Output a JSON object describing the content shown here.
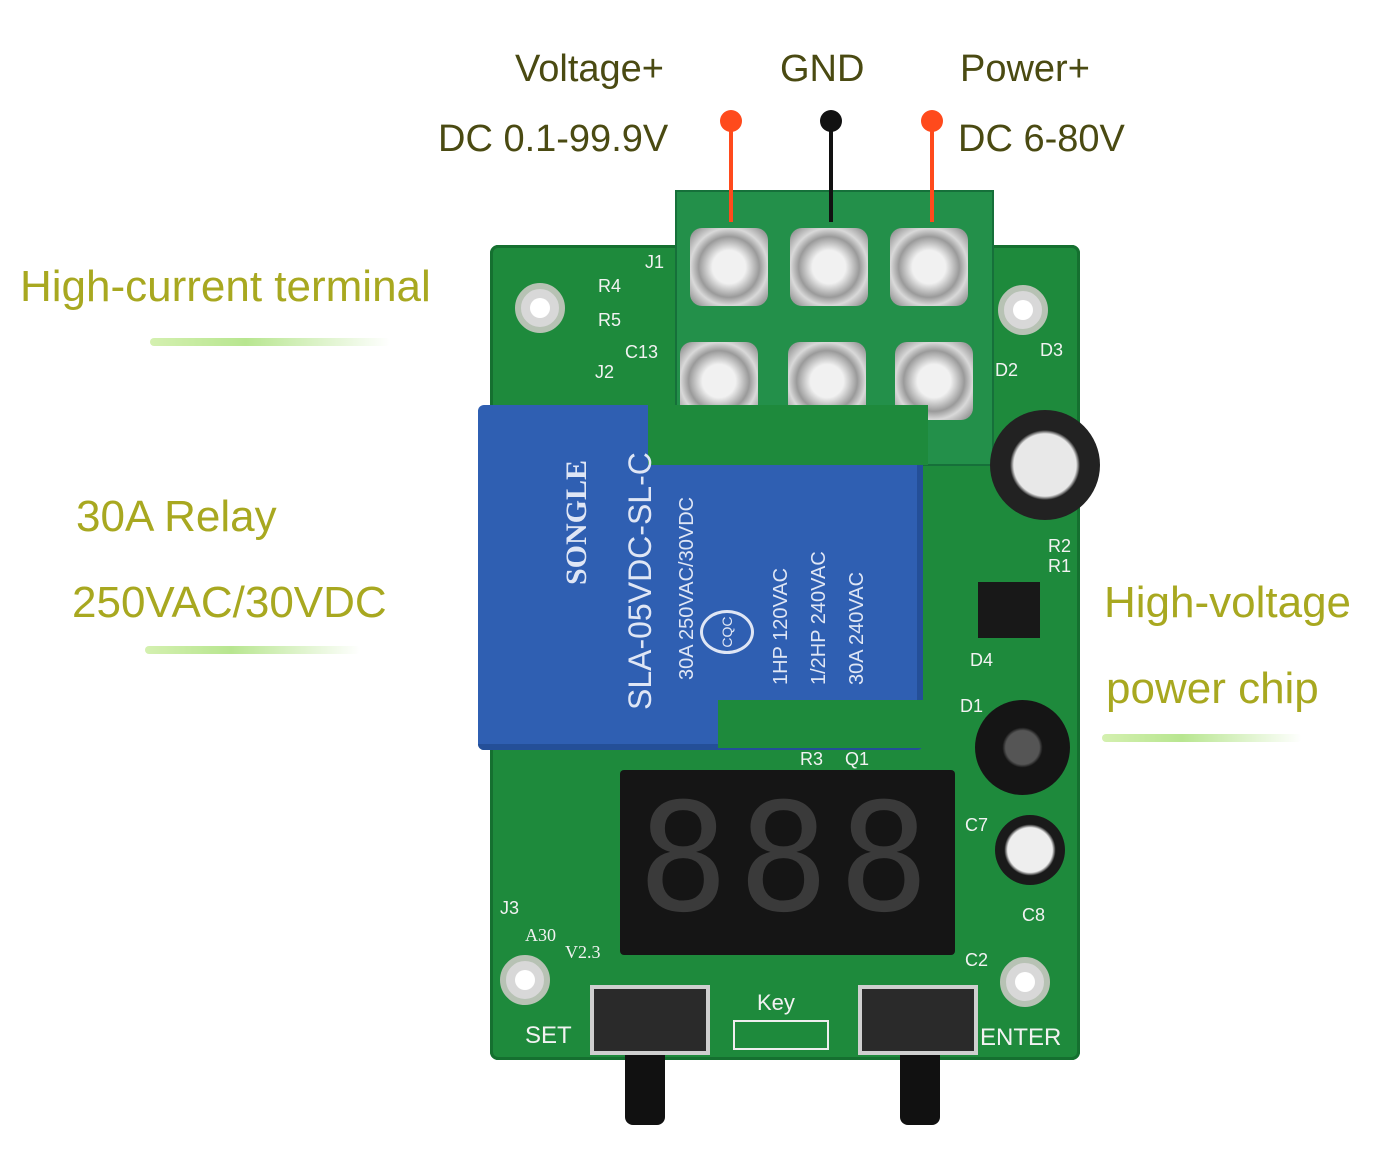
{
  "labels": {
    "voltage_plus": "Voltage+",
    "voltage_range": "DC 0.1-99.9V",
    "gnd": "GND",
    "power_plus": "Power+",
    "power_range": "DC 6-80V",
    "high_current_terminal": "High-current terminal",
    "relay_rating": "30A  Relay",
    "relay_voltage": "250VAC/30VDC",
    "hv_chip_line1": "High-voltage",
    "hv_chip_line2": "power chip"
  },
  "relay": {
    "brand": "SONGLE",
    "model": "SLA-05VDC-SL-C",
    "rating": "30A  250VAC/30VDC",
    "cert": "CQC",
    "spec1": "1HP 120VAC",
    "spec2": "1/2HP 240VAC",
    "spec3": "30A 240VAC"
  },
  "display": {
    "digits": "888"
  },
  "silkscreen": {
    "set": "SET",
    "enter": "ENTER",
    "key": "Key",
    "model": "A30",
    "version": "V2.3",
    "j1": "J1",
    "j2": "J2",
    "j3": "J3",
    "r4": "R4",
    "r5": "R5",
    "c13": "C13",
    "d2": "D2",
    "d3": "D3",
    "r2": "R2",
    "r1": "R1",
    "d4": "D4",
    "d1": "D1",
    "c7": "C7",
    "c8": "C8",
    "c2": "C2",
    "r3": "R3",
    "q1": "Q1"
  },
  "colors": {
    "wire_positive": "#ff4a1c",
    "wire_gnd": "#111111",
    "board": "#1e8a3c",
    "relay": "#2f5fb2"
  }
}
